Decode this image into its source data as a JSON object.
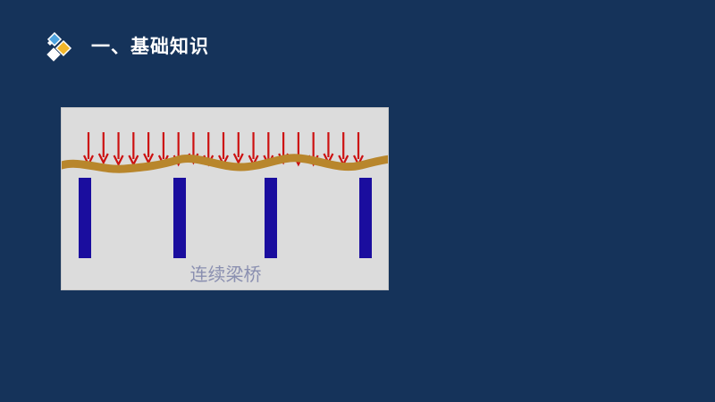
{
  "heading": "一、基础知识",
  "figure": {
    "caption": "连续梁桥",
    "load_arrow_count": 19,
    "pier_count": 4
  },
  "colors": {
    "background": "#15335a",
    "arrow": "#cc1111",
    "beam": "#b8862c",
    "pier": "#1a0d9e",
    "caption": "#8a8fb0"
  },
  "icons": {
    "logo": "diamond-cluster-icon"
  }
}
